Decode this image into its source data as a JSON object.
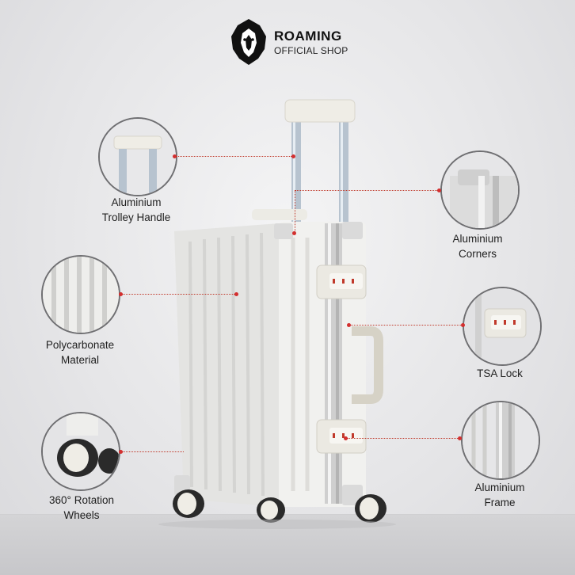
{
  "brand": {
    "name": "ROAMING",
    "subtitle": "OFFICIAL SHOP",
    "logo_icon": "lion-head-icon"
  },
  "features": [
    {
      "id": "trolley-handle",
      "label": "Aluminium\nTrolley Handle",
      "side": "left"
    },
    {
      "id": "polycarbonate",
      "label": "Polycarbonate\nMaterial",
      "side": "left"
    },
    {
      "id": "wheels",
      "label": "360° Rotation\nWheels",
      "side": "left"
    },
    {
      "id": "corners",
      "label": "Aluminium\nCorners",
      "side": "right"
    },
    {
      "id": "tsa-lock",
      "label": "TSA Lock",
      "side": "right"
    },
    {
      "id": "frame",
      "label": "Aluminium\nFrame",
      "side": "right"
    }
  ],
  "colors": {
    "accent_dot": "#d32f2f",
    "luggage_body": "#f2f2f0",
    "frame": "#c9c9c9"
  }
}
